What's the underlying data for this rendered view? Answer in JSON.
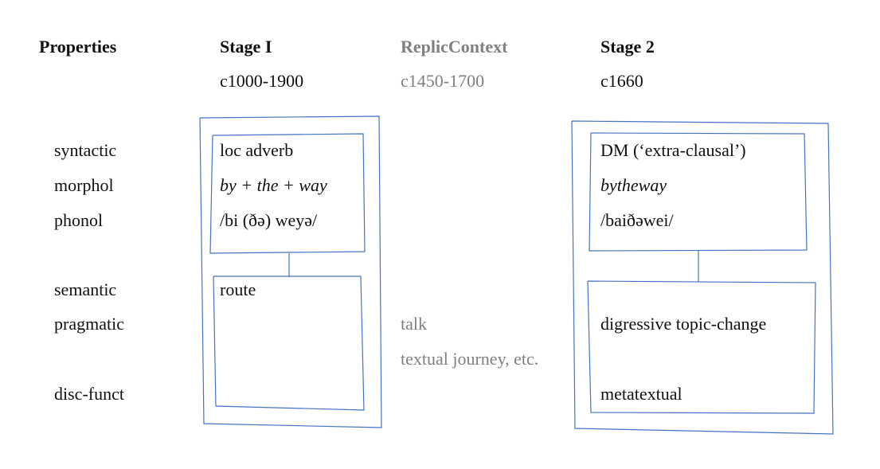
{
  "headers": {
    "properties": "Properties",
    "stage1": "Stage I",
    "replic": "ReplicContext",
    "stage2": "Stage 2"
  },
  "dates": {
    "stage1": "c1000-1900",
    "replic": "c1450-1700",
    "stage2": "c1660"
  },
  "properties": {
    "syntactic": "syntactic",
    "morphol": "morphol",
    "phonol": "phonol",
    "semantic": "semantic",
    "pragmatic": "pragmatic",
    "disc_funct": "disc-funct"
  },
  "stage1": {
    "syntactic": "loc adverb",
    "morphol": "by + the + way",
    "phonol": "/bi (ðə) weyə/",
    "semantic": "route"
  },
  "replic": {
    "pragmatic": "talk",
    "textual": "textual journey, etc."
  },
  "stage2": {
    "syntactic": "DM (‘extra-clausal’)",
    "morphol": "bytheway",
    "phonol": "/baiðəwei/",
    "pragmatic": "digressive topic-change",
    "disc_funct": "metatextual"
  },
  "colors": {
    "box_stroke": "#4472c4",
    "replic_text": "#808080",
    "text": "#111111"
  }
}
